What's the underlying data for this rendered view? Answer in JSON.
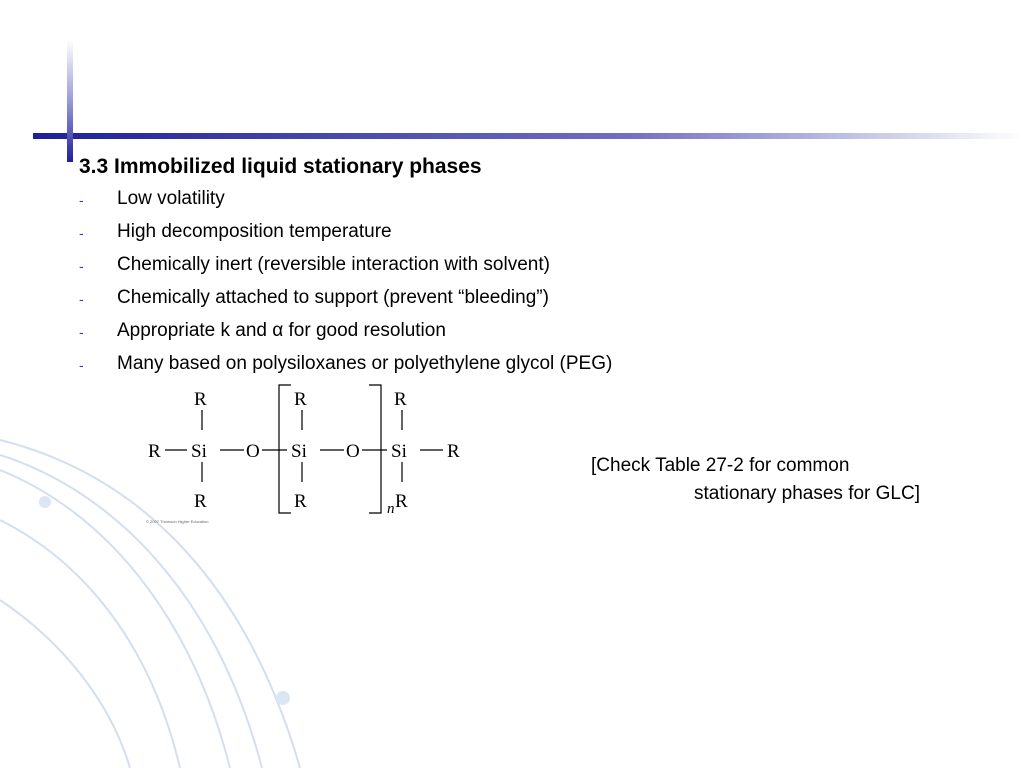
{
  "slide": {
    "title": "3.3 Immobilized liquid stationary phases",
    "bullet_marker": "-",
    "bullets": [
      "Low volatility",
      "High decomposition temperature",
      "Chemically inert (reversible interaction with solvent)",
      "Chemically attached to support (prevent “bleeding”)",
      "Appropriate k and α for good resolution",
      "Many based on polysiloxanes or polyethylene glycol (PEG)"
    ],
    "note_line1": "[Check Table 27-2 for common",
    "note_line2": "stationary phases for GLC]"
  },
  "structure": {
    "substituent": "R",
    "silicon": "Si",
    "oxygen": "O",
    "repeat_subscript": "n",
    "copyright": "© 2007 Thomson Higher Education"
  },
  "colors": {
    "accent_bar": "#1f1f9a",
    "bullet_dash": "#3333cc",
    "background_swirl": "#c9d7ea"
  }
}
